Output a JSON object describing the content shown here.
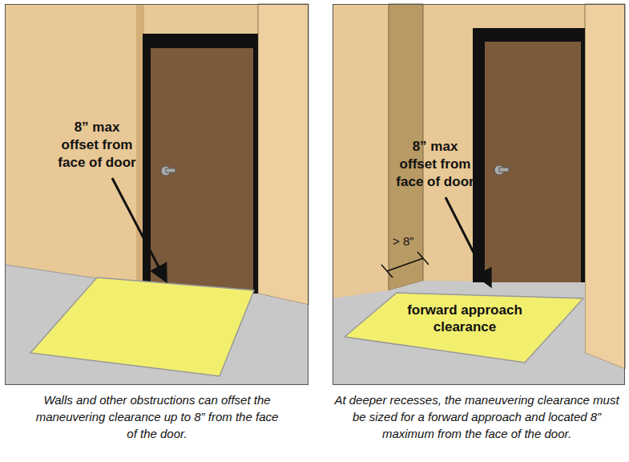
{
  "diagram": {
    "nodes": [
      {
        "text": [
          "forward approach clearance"
        ]
      }
    ],
    "labels": [
      "8” max offset from face of door",
      "Walls and other obstructions can offset the maneuvering clearance up to 8” from the face of the door.",
      "8” max offset from face of door",
      "> 8”",
      "At deeper recesses, the maneuvering clearance must be sized for a forward approach and located 8” maximum from the face of the door."
    ]
  }
}
